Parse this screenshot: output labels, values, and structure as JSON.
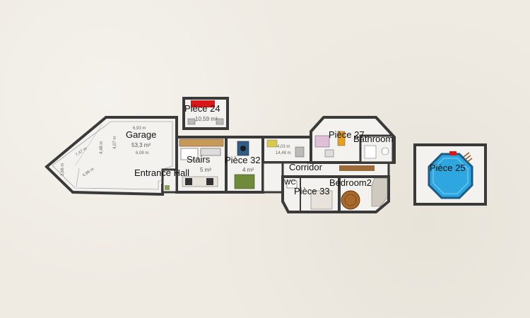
{
  "rooms": {
    "garage": {
      "name": "Garage",
      "area": "53,3 m²"
    },
    "stairs": {
      "name": "Stairs",
      "area": "5 m²"
    },
    "entrance_hall": {
      "name": "Entrance Hall"
    },
    "piece24": {
      "name": "Pièce 24",
      "area": "10,59 m²"
    },
    "piece32": {
      "name": "Pièce 32",
      "area": "4 m²"
    },
    "piece27": {
      "name": "Pièce 27"
    },
    "bathroom": {
      "name": "Bathroom"
    },
    "corridor": {
      "name": "Corridor"
    },
    "wc": {
      "name": "WC"
    },
    "piece33": {
      "name": "Pièce 33"
    },
    "bedroom2": {
      "name": "Bedroom2"
    },
    "piece25": {
      "name": "Pièce 25"
    }
  },
  "dimensions": {
    "garage_top": "6,93 m",
    "garage_inner": "6,08 m",
    "garage_side": "4,48 m",
    "garage_diag": "7,47 m",
    "garage_left": "3,66 m",
    "garage_bottom": "4,96 m",
    "garage_right": "4,07 m",
    "piece32_dim1": "4,03 m",
    "piece32_dim2": "14,48 m"
  },
  "colors": {
    "background": "#efebe3",
    "wall": "#3a3a3a",
    "floor": "#f4f2ee",
    "pool_water": "#2ea7e0",
    "pool_edge": "#1a5b8a",
    "rug_green": "#6e8a3a",
    "red_furniture": "#d81818",
    "table_brown": "#a86a2a",
    "wood_floor": "#c89a5a"
  }
}
